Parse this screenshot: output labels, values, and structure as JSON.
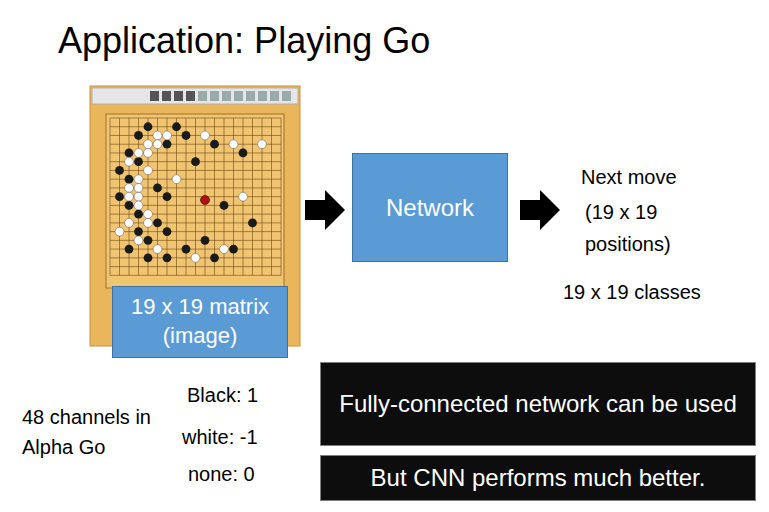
{
  "diagram": {
    "title": "Application: Playing Go",
    "nodes": [
      {
        "text": [
          "19 x 19 matrix (image)"
        ]
      },
      {
        "text": [
          "Network"
        ]
      },
      {
        "text": [
          "Fully-connected network can be used"
        ]
      },
      {
        "text": [
          "But CNN performs much better."
        ]
      }
    ],
    "labels": [
      "Next move",
      "(19 x 19 positions)",
      "19 x 19 classes",
      "48 channels in Alpha Go",
      "Black: 1",
      "white: -1",
      "none: 0"
    ]
  }
}
